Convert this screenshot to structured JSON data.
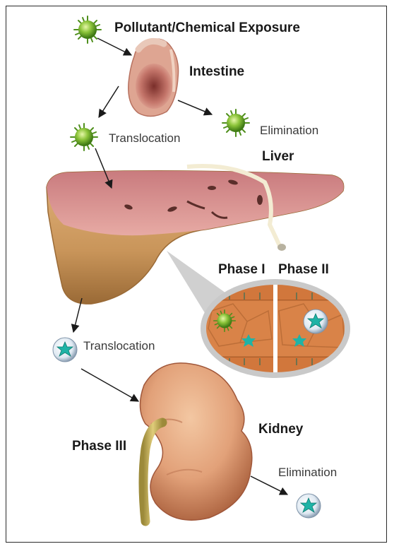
{
  "labels": {
    "exposure": "Pollutant/Chemical Exposure",
    "intestine": "Intestine",
    "elimination_top": "Elimination",
    "translocation_top": "Translocation",
    "liver": "Liver",
    "phase_1": "Phase I",
    "phase_2": "Phase II",
    "translocation_bottom": "Translocation",
    "kidney": "Kidney",
    "phase_3": "Phase III",
    "elimination_bottom": "Elimination"
  },
  "colors": {
    "pollutant_green": "#8cc43a",
    "metabolite_teal": "#1fb3a6",
    "liver_pink": "#d98a88",
    "liver_tan": "#c9955a",
    "kidney_peach": "#e2a179",
    "ureter_yellow": "#c9b35a"
  },
  "icons": {
    "pollutant": "green-spiky-molecule-icon",
    "metabolite": "teal-star-in-vesicle-icon"
  }
}
